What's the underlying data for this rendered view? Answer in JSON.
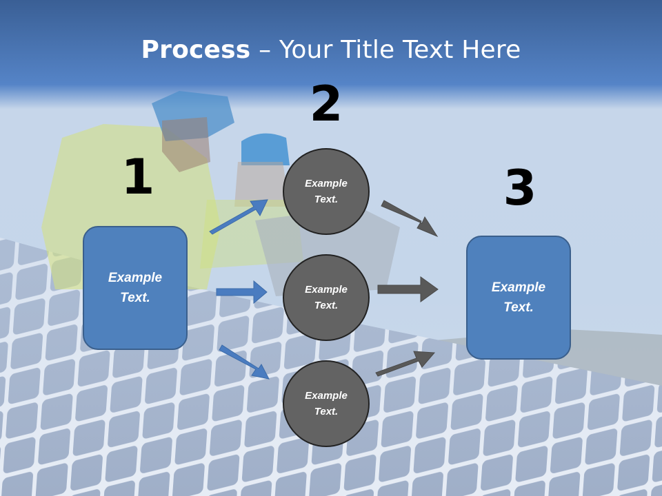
{
  "title": {
    "bold": "Process",
    "rest": " – Your Title Text Here"
  },
  "steps": {
    "one": "1",
    "two": "2",
    "three": "3"
  },
  "boxes": {
    "left": "Example\nText.",
    "right": "Example\nText."
  },
  "circles": {
    "top": "Example\nText.",
    "middle": "Example\nText.",
    "bottom": "Example\nText."
  },
  "colors": {
    "header": "#3c6cab",
    "box": "#4f81bd",
    "circle": "#636363",
    "blue_arrow": "#4a7cc0",
    "gray_arrow": "#595959"
  }
}
